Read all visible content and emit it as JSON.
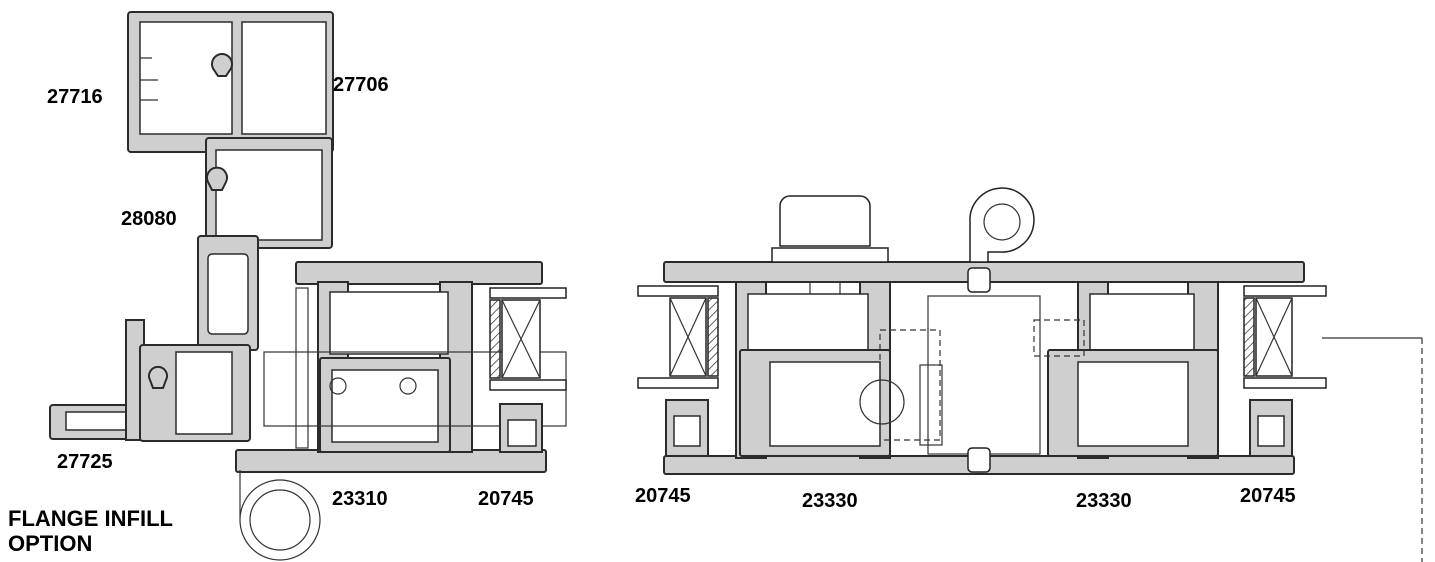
{
  "labels": {
    "p27716": "27716",
    "p27706": "27706",
    "p28080": "28080",
    "p27725": "27725",
    "p23310": "23310",
    "p20745_a": "20745",
    "p20745_b": "20745",
    "p23330_a": "23330",
    "p23330_b": "23330",
    "p20745_c": "20745"
  },
  "note": {
    "line1": "FLANGE INFILL",
    "line2": "OPTION"
  },
  "colors": {
    "profile_fill": "#cfcfcf",
    "outline": "#2b2b2b",
    "background": "#ffffff"
  }
}
